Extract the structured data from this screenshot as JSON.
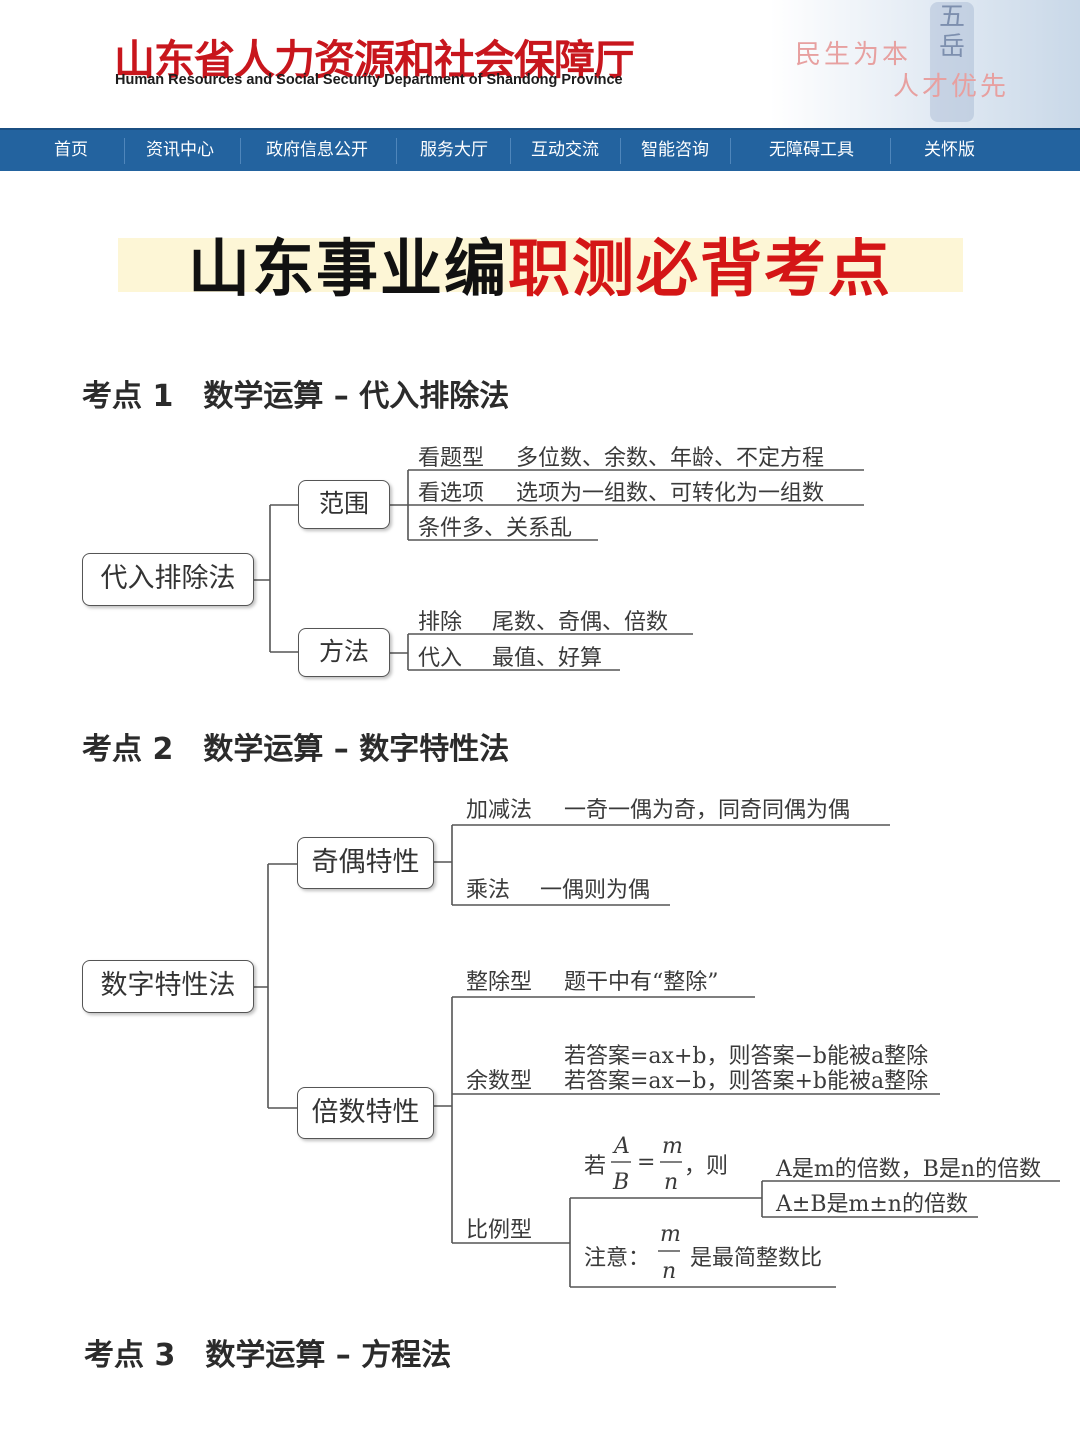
{
  "header": {
    "title": "山东省人力资源和社会保障厅",
    "subtitle": "Human Resources and Social Security Department of Shandong Province",
    "slogan_line1": "民生为本",
    "slogan_line2": "人才优先",
    "seal_text": "五岳"
  },
  "nav": {
    "items": [
      "首页",
      "资讯中心",
      "政府信息公开",
      "服务大厅",
      "互动交流",
      "智能咨询",
      "无障碍工具",
      "关怀版"
    ]
  },
  "main_title": {
    "part1": "山东事业编",
    "part2": "职测必背考点"
  },
  "sections": {
    "s1": {
      "title": "考点 1　数学运算 – 代入排除法",
      "root": "代入排除法",
      "b1": "范围",
      "b1_l1_key": "看题型",
      "b1_l1_val": "多位数、余数、年龄、不定方程",
      "b1_l2_key": "看选项",
      "b1_l2_val": "选项为一组数、可转化为一组数",
      "b1_l3": "条件多、关系乱",
      "b2": "方法",
      "b2_l1_key": "排除",
      "b2_l1_val": "尾数、奇偶、倍数",
      "b2_l2_key": "代入",
      "b2_l2_val": "最值、好算"
    },
    "s2": {
      "title": "考点 2　数学运算 – 数字特性法",
      "root": "数字特性法",
      "b1": "奇偶特性",
      "b1_l1_key": "加减法",
      "b1_l1_val": "一奇一偶为奇，同奇同偶为偶",
      "b1_l2_key": "乘法",
      "b1_l2_val": "一偶则为偶",
      "b2": "倍数特性",
      "b2_l1_key": "整除型",
      "b2_l1_val": "题干中有“整除”",
      "b2_l2_key": "余数型",
      "b2_l2_val1": "若答案=ax+b，则答案−b能被a整除",
      "b2_l2_val2": "若答案=ax−b，则答案+b能被a整除",
      "b2_l3_key": "比例型",
      "ratio_if": "若",
      "ratio_A": "A",
      "ratio_B": "B",
      "ratio_m": "m",
      "ratio_n": "n",
      "ratio_then": "，则",
      "ratio_r1": "A是m的倍数，B是n的倍数",
      "ratio_r2": "A±B是m±n的倍数",
      "note_prefix": "注意：",
      "note_m": "m",
      "note_n": "n",
      "note_suffix": "是最简整数比"
    },
    "s3": {
      "title": "考点 3　数学运算 – 方程法"
    }
  }
}
